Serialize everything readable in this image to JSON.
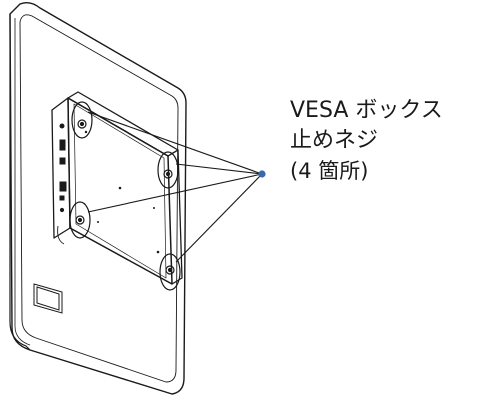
{
  "callout": {
    "line1": "VESA ボックス",
    "line2": "止めネジ",
    "line3": "(4 箇所)"
  },
  "colors": {
    "line": "#1a1a1a",
    "leader_dot": "#3a68b0",
    "background": "#ffffff"
  }
}
